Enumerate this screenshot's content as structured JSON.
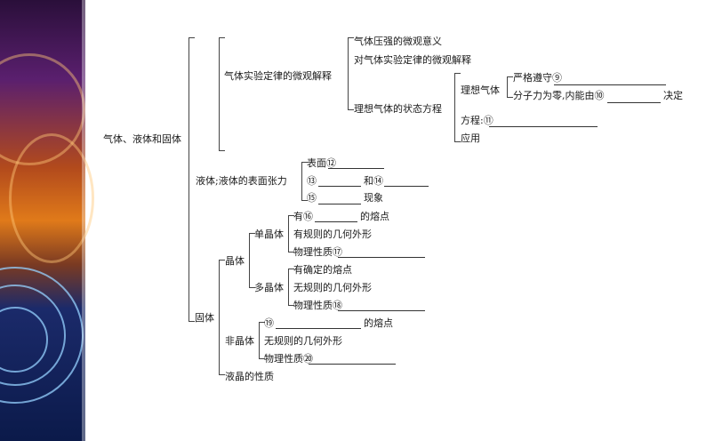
{
  "root": "气体、液体和固体",
  "gas": {
    "branch": "气体实验定律的微观解释",
    "pressure_meaning": "气体压强的微观意义",
    "law_explanation": "对气体实验定律的微观解释",
    "ideal_state_eq": "理想气体的状态方程",
    "ideal_gas": "理想气体",
    "strict_follow": "严格遵守⑨",
    "molecular_force": "分子力为零,内能由⑩",
    "decides": "决定",
    "equation": "方程:⑪",
    "application": "应用"
  },
  "liquid": {
    "branch": "液体;液体的表面张力",
    "surface": "表面⑫",
    "n13": "⑬",
    "and14": "和⑭",
    "n15": "⑮",
    "phenomenon": "现象"
  },
  "solid": {
    "branch": "固体",
    "crystal": "晶体",
    "single": "单晶体",
    "single_melting_pre": "有⑯",
    "single_melting_post": "的熔点",
    "single_shape": "有规则的几何外形",
    "single_property": "物理性质⑰",
    "poly": "多晶体",
    "poly_melting": "有确定的熔点",
    "poly_shape": "无规则的几何外形",
    "poly_property": "物理性质⑱",
    "amorphous": "非晶体",
    "amorph_melting_pre": "⑲",
    "amorph_melting_post": "的熔点",
    "amorph_shape": "无规则的几何外形",
    "amorph_property": "物理性质⑳",
    "liquid_crystal": "液晶的性质"
  }
}
